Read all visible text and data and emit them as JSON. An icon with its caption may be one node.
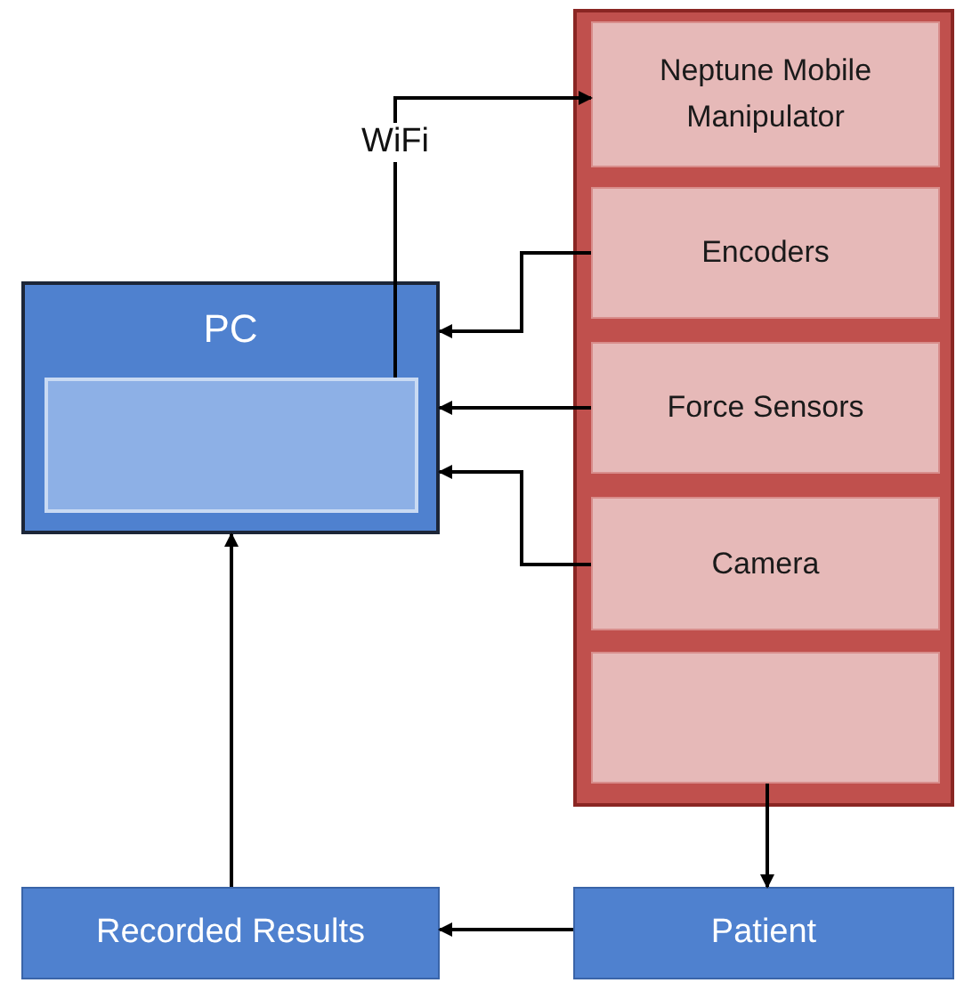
{
  "diagram": {
    "nodes": [
      {
        "text": [
          "PC"
        ]
      },
      {
        "text": [],
        "shape": "box",
        "in": 0
      },
      {
        "text": [],
        "shape": "box"
      },
      {
        "text": [
          "Neptune Mobile Manipulator"
        ],
        "in": 2
      },
      {
        "text": [
          "Encoders"
        ],
        "in": 2
      },
      {
        "text": [
          "Force Sensors"
        ],
        "in": 2
      },
      {
        "text": [
          "Camera"
        ],
        "in": 2
      },
      {
        "text": [],
        "shape": "box",
        "in": 2
      },
      {
        "text": [
          "Recorded Results"
        ]
      },
      {
        "text": [
          "Patient"
        ]
      }
    ],
    "edges": [
      {
        "from": 1,
        "to": 3,
        "arrow": "to",
        "label": "WiFi"
      },
      {
        "from": 4,
        "to": 0,
        "arrow": "to"
      },
      {
        "from": 5,
        "to": 0,
        "arrow": "to"
      },
      {
        "from": 6,
        "to": 0,
        "arrow": "to"
      },
      {
        "from": 7,
        "to": 9,
        "arrow": "to"
      },
      {
        "from": 9,
        "to": 8,
        "arrow": "to"
      },
      {
        "from": 8,
        "to": 0,
        "arrow": "to"
      }
    ]
  }
}
